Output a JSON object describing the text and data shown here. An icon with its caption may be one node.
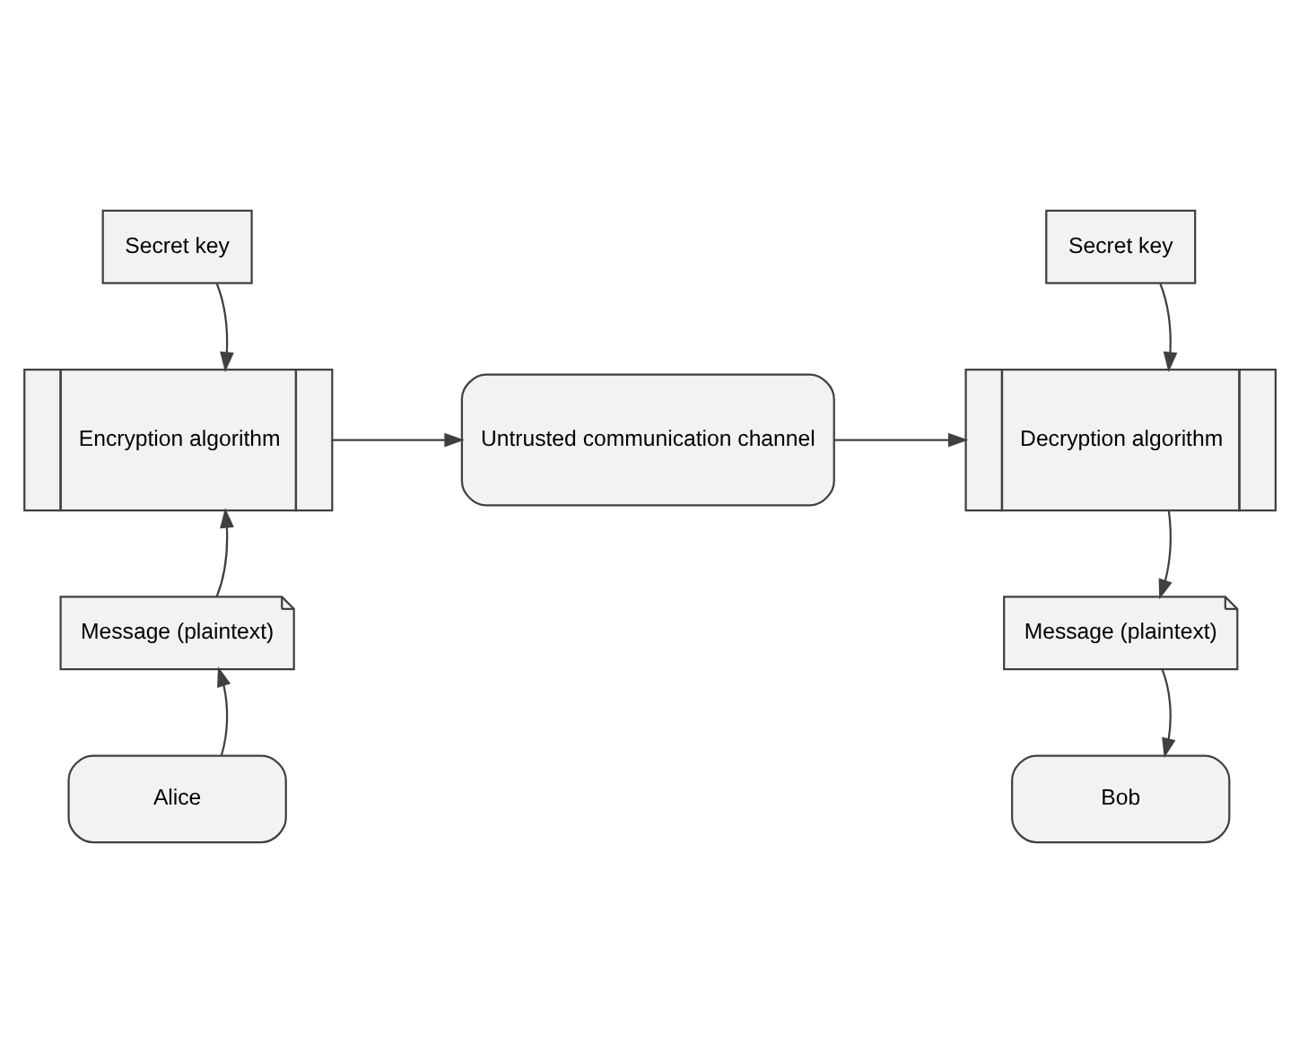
{
  "diagram": {
    "nodes": [
      {
        "text": [
          "Secret key"
        ]
      },
      {
        "text": [
          "Encryption algorithm"
        ]
      },
      {
        "text": [
          "Message (plaintext)"
        ]
      },
      {
        "text": [
          "Alice"
        ]
      },
      {
        "text": [
          "Untrusted communication channel"
        ]
      },
      {
        "text": [
          "Secret key"
        ]
      },
      {
        "text": [
          "Decryption algorithm"
        ]
      },
      {
        "text": [
          "Message (plaintext)"
        ]
      },
      {
        "text": [
          "Bob"
        ]
      }
    ],
    "edges": [
      {
        "from": 0,
        "to": 1,
        "arrow": "to"
      },
      {
        "from": 2,
        "to": 1,
        "arrow": "to"
      },
      {
        "from": 3,
        "to": 2,
        "arrow": "to"
      },
      {
        "from": 1,
        "to": 4,
        "arrow": "to"
      },
      {
        "from": 4,
        "to": 6,
        "arrow": "to"
      },
      {
        "from": 5,
        "to": 6,
        "arrow": "to"
      },
      {
        "from": 6,
        "to": 7,
        "arrow": "to"
      },
      {
        "from": 7,
        "to": 8,
        "arrow": "to"
      }
    ]
  }
}
